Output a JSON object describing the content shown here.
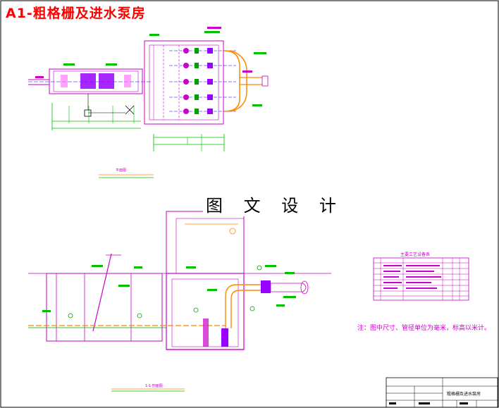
{
  "drawing": {
    "title": "A1-粗格栅及进水泵房",
    "watermark": "图 文 设 计",
    "plan_label": "平面图",
    "section_label": "1-1 剖面图",
    "equipment_table_title": "主要工艺设备表",
    "note": "注：图中尺寸、管径单位为毫米，标高以米计。",
    "title_block_name": "粗格栅及进水泵房"
  },
  "colors": {
    "title": "#ff0000",
    "structure": "#c800c8",
    "pipe": "#00a000",
    "equipment": "#9900ff",
    "axis": "#0000ff",
    "dim": "#00c000",
    "water": "#ff8800",
    "frame": "#000000"
  }
}
